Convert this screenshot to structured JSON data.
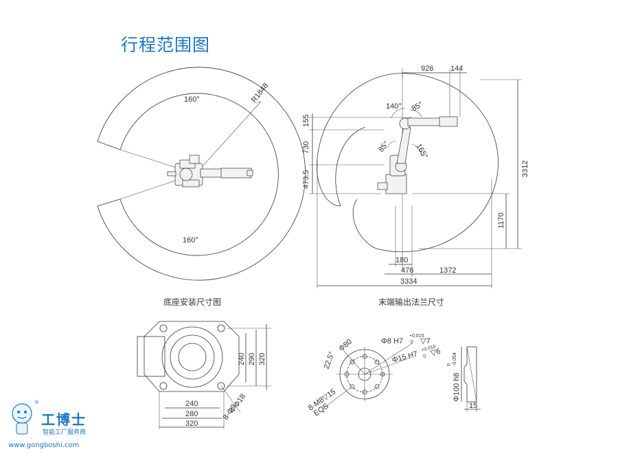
{
  "title": "行程范围图",
  "captions": {
    "base": "底座安装尺寸图",
    "flange": "末端输出法兰尺寸"
  },
  "top_view": {
    "angle_top": "160°",
    "angle_bottom": "160°",
    "radius": "R1848"
  },
  "side_view": {
    "dims": {
      "d926": "926",
      "d144": "144",
      "d155": "155",
      "d730": "730",
      "d473": "473.5",
      "d3312": "3312",
      "d1170": "1170",
      "d180": "180",
      "d476": "476",
      "d1372": "1372",
      "d3334": "3334"
    },
    "angles": {
      "a140": "140°",
      "a85top": "85°",
      "a85": "85°",
      "a165": "165°"
    }
  },
  "base": {
    "d240v": "240",
    "d290v": "290",
    "d320v": "320",
    "d240h": "240",
    "d280h": "280",
    "d320h": "320",
    "holes": "4-Φ18",
    "pins": "8-Φ9"
  },
  "flange": {
    "dia80": "Φ80",
    "ang": "22.5°",
    "h8": "Φ8 H7",
    "h8tol": "+0.015",
    "h8tol0": "0",
    "h8depth": "▽7",
    "h15": "Φ15 H7",
    "h15tol": "+0.018",
    "h15tol0": "0",
    "h15depth": "▽6",
    "m8": "8-M8▽15",
    "eqs": "EQS",
    "h100": "Φ100 h8",
    "h100tol": "0",
    "h100tol2": "-0.054",
    "d15": "15"
  },
  "logo": {
    "brand": "工博士",
    "slogan": "智能工厂服务商",
    "url": "www.gongboshi.com",
    "reg": "®"
  }
}
